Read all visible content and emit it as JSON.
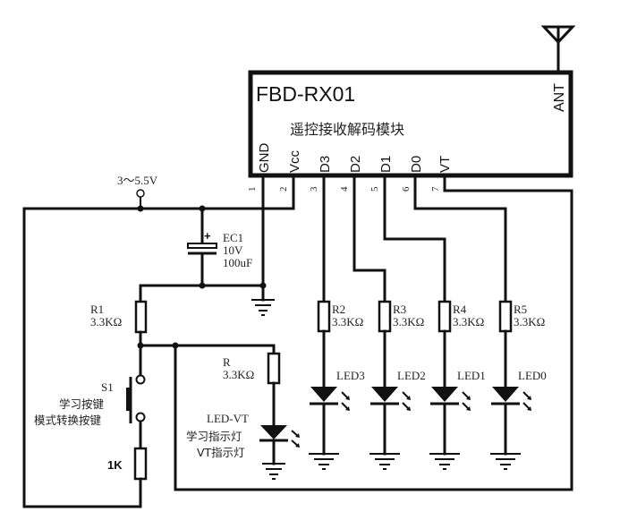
{
  "module": {
    "title": "FBD-RX01",
    "subtitle": "遥控接收解码模块",
    "antenna_label": "ANT",
    "pins": [
      {
        "number": "1",
        "label": "GND"
      },
      {
        "number": "2",
        "label": "Vcc"
      },
      {
        "number": "3",
        "label": "D3"
      },
      {
        "number": "4",
        "label": "D2"
      },
      {
        "number": "5",
        "label": "D1"
      },
      {
        "number": "6",
        "label": "D0"
      },
      {
        "number": "7",
        "label": "VT"
      }
    ]
  },
  "supply": {
    "label": "3～5.5V"
  },
  "capacitor": {
    "name": "EC1",
    "voltage": "10V",
    "capacitance": "100uF",
    "polarity": "+"
  },
  "r1": {
    "name": "R1",
    "value": "3.3KΩ"
  },
  "switch": {
    "name": "S1",
    "desc1": "学习按键",
    "desc2": "模式转换按键"
  },
  "r_1k": {
    "value": "1K"
  },
  "r_vt": {
    "name": "R",
    "value": "3.3KΩ"
  },
  "led_vt": {
    "name": "LED-VT",
    "desc1": "学习指示灯",
    "desc2": "VT指示灯"
  },
  "outputs": [
    {
      "resistor": "R2",
      "value": "3.3KΩ",
      "led": "LED3"
    },
    {
      "resistor": "R3",
      "value": "3.3KΩ",
      "led": "LED2"
    },
    {
      "resistor": "R4",
      "value": "3.3KΩ",
      "led": "LED1"
    },
    {
      "resistor": "R5",
      "value": "3.3KΩ",
      "led": "LED0"
    }
  ]
}
